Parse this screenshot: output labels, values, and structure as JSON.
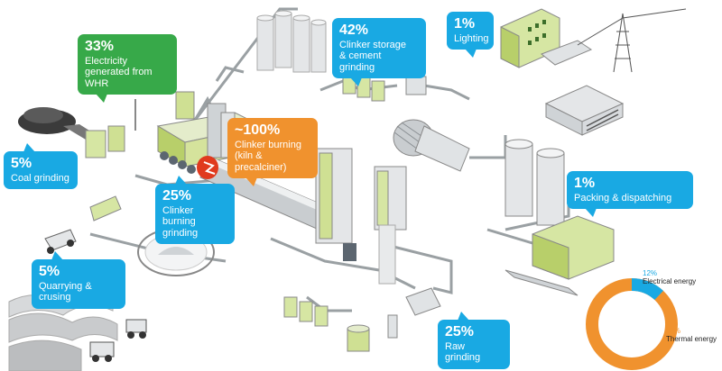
{
  "callouts": {
    "whr": {
      "pct": "33%",
      "label": "Electricity\ngenerated from WHR",
      "color": "#37a949"
    },
    "clinker_storage": {
      "pct": "42%",
      "label": "Clinker storage\n& cement grinding",
      "color": "#19a9e3"
    },
    "lighting": {
      "pct": "1%",
      "label": "Lighting",
      "color": "#19a9e3"
    },
    "kiln": {
      "pct": "~100%",
      "label": "Clinker burning\n(kiln & precalciner)",
      "color": "#f0922e"
    },
    "coal": {
      "pct": "5%",
      "label": "Coal grinding",
      "color": "#19a9e3"
    },
    "clinker_burning": {
      "pct": "25%",
      "label": "Clinker burning\ngrinding",
      "color": "#19a9e3"
    },
    "packing": {
      "pct": "1%",
      "label": "Packing & dispatching",
      "color": "#19a9e3"
    },
    "quarrying": {
      "pct": "5%",
      "label": "Quarrying & crusing",
      "color": "#19a9e3"
    },
    "raw": {
      "pct": "25%",
      "label": "Raw grinding",
      "color": "#19a9e3"
    }
  },
  "donut": {
    "electrical": {
      "pct": "12%",
      "label": "Electrical energy",
      "value": 12,
      "color": "#19a9e3"
    },
    "thermal": {
      "pct": "88%",
      "label": "Thermal energy",
      "value": 88,
      "color": "#f0922e"
    }
  }
}
